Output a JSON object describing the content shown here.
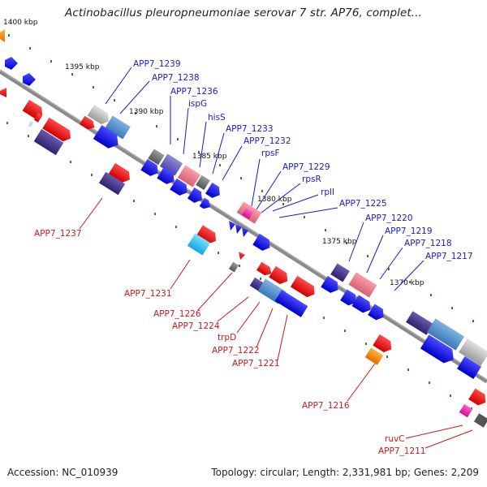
{
  "title": "Actinobacillus pleuropneumoniae serovar 7 str. AP76, complet...",
  "footer": {
    "accession": "Accession: NC_010939",
    "summary": "Topology: circular; Length: 2,331,981 bp; Genes: 2,209"
  },
  "colors": {
    "backbone": "#8a8a8a",
    "forward_gene": "#1515e0",
    "reverse_gene": "#e01818",
    "tick": "#2a8a2a",
    "label_blue": "#1a1ad0",
    "label_red": "#d01818"
  },
  "scale_labels": [
    "1400 kbp",
    "1395 kbp",
    "1390 kbp",
    "1385 kbp",
    "1380 kbp",
    "1375 kbp",
    "1370 kbp"
  ],
  "upper_labels": [
    "APP7_1239",
    "APP7_1238",
    "APP7_1236",
    "ispG",
    "hisS",
    "APP7_1233",
    "APP7_1232",
    "rpsF",
    "APP7_1229",
    "rpsR",
    "rplI",
    "APP7_1225",
    "APP7_1220",
    "APP7_1219",
    "APP7_1218",
    "APP7_1217"
  ],
  "lower_labels": [
    "APP7_1237",
    "APP7_1231",
    "APP7_1226",
    "APP7_1224",
    "trpD",
    "APP7_1222",
    "APP7_1221",
    "APP7_1216",
    "ruvC",
    "APP7_1211"
  ]
}
